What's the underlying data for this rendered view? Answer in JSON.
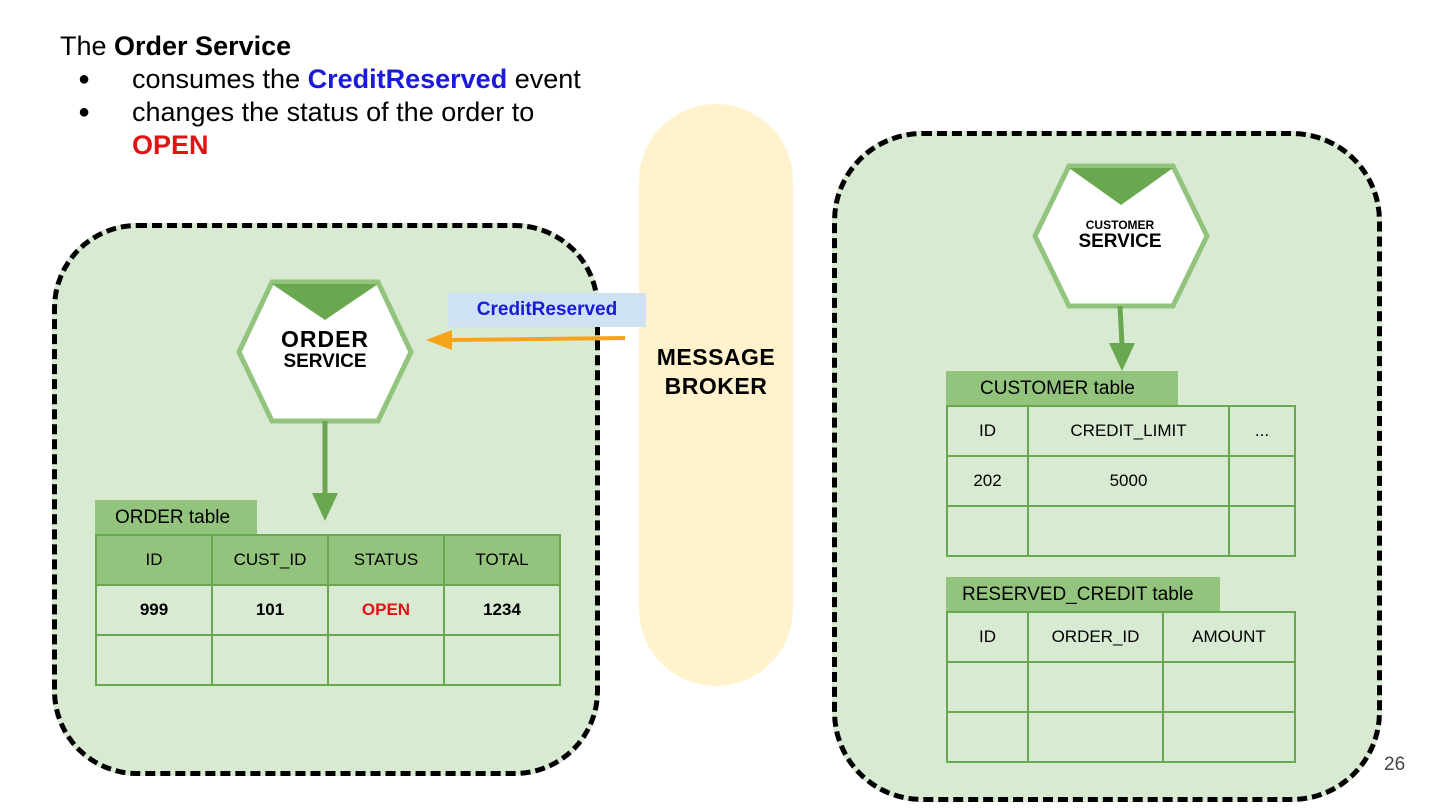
{
  "heading": {
    "prefix": "The ",
    "bold": "Order Service"
  },
  "bullets": [
    {
      "before": "consumes the ",
      "highlight": "CreditReserved",
      "after": " event"
    },
    {
      "line1": "changes the status of the order to",
      "highlight": "OPEN"
    }
  ],
  "bullet_glyph": "●",
  "colors": {
    "boundary_fill": "#d9ead3",
    "green_dark": "#6aa84f",
    "green_header": "#93c47d",
    "broker_fill": "#fff2cc",
    "event_fill": "#cfe2f3",
    "event_text": "#1a1adb",
    "arrow_orange": "#f6a31a",
    "status_red": "#e01414"
  },
  "broker": {
    "line1": "MESSAGE",
    "line2": "BROKER"
  },
  "event": {
    "label": "CreditReserved"
  },
  "order_service": {
    "title_line1": "ORDER",
    "title_line2": "SERVICE",
    "table": {
      "name": "ORDER table",
      "columns": [
        "ID",
        "CUST_ID",
        "STATUS",
        "TOTAL"
      ],
      "rows": [
        [
          "999",
          "101",
          "OPEN",
          "1234"
        ],
        [
          "",
          "",
          "",
          ""
        ]
      ]
    }
  },
  "customer_service": {
    "title_line1": "CUSTOMER",
    "title_line2": "SERVICE",
    "customer_table": {
      "name": "CUSTOMER table",
      "columns": [
        "ID",
        "CREDIT_LIMIT",
        "..."
      ],
      "rows": [
        [
          "202",
          "5000",
          ""
        ],
        [
          "",
          "",
          ""
        ]
      ]
    },
    "reserved_table": {
      "name": "RESERVED_CREDIT table",
      "columns": [
        "ID",
        "ORDER_ID",
        "AMOUNT"
      ],
      "rows": [
        [
          "",
          "",
          ""
        ],
        [
          "",
          "",
          ""
        ]
      ]
    }
  },
  "page_number": "26"
}
